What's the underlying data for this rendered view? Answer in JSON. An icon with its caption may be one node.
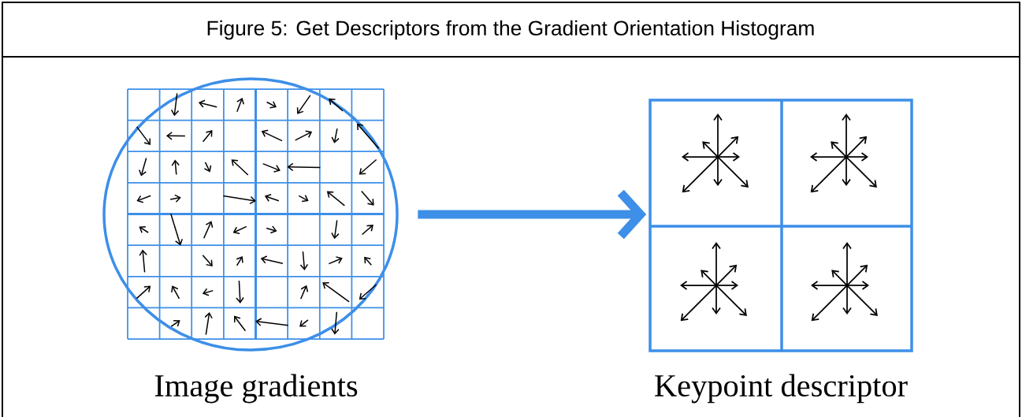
{
  "diagram": {
    "title": "Figure 5: Get Descriptors from the Gradient Orientation Histogram",
    "nodes": [
      {
        "text": [],
        "shape": "picture",
        "beside": [
          "Image gradients"
        ]
      },
      {
        "text": [],
        "shape": "picture",
        "beside": [
          "Keypoint descriptor"
        ]
      }
    ],
    "edges": [
      {
        "from": 0,
        "to": 1,
        "arrow": "to"
      }
    ]
  }
}
